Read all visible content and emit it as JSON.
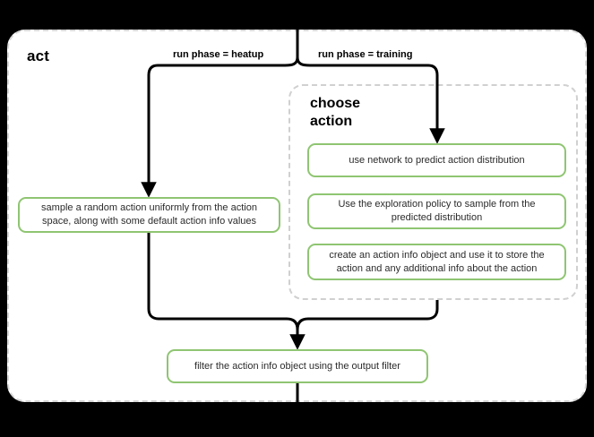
{
  "diagram": {
    "title": "act",
    "subgraph_title": "choose\naction",
    "accent_color": "#8fc572",
    "container_border_color": "#d8d8d8",
    "background": "#ffffff"
  },
  "edges": {
    "heatup_label": "run phase = heatup",
    "training_label": "run phase = training"
  },
  "nodes": {
    "sample_random_action": "sample a random action uniformly from the action space, along with some default action info values",
    "use_network": "use network to predict action distribution",
    "exploration_policy": "Use the exploration policy to sample from the predicted distribution",
    "create_action_info": "create an action info object and use it to store the action and any additional info about the action",
    "filter_action_info": "filter the action info object using the output filter"
  }
}
